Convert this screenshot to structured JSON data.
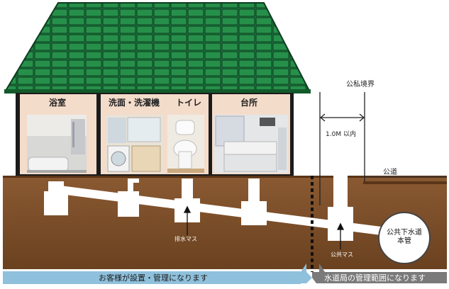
{
  "rooms": {
    "bath": "浴室",
    "wash": "洗面・洗濯機",
    "toilet": "トイレ",
    "kitchen": "台所"
  },
  "labels": {
    "boundary": "公私境界",
    "distance": "1.0M 以内",
    "public_road": "公道",
    "drain_box": "排水マス",
    "public_box": "公共マス",
    "main_pipe": "公共下水道\n本管"
  },
  "bars": {
    "customer": "お客様が設置・管理になります",
    "bureau": "水道局の管理範囲になります"
  },
  "colors": {
    "roof": "#1f7a3f",
    "roof_line": "#0f3f20",
    "wall": "#f3d8c6",
    "soil": "#7a4e2a",
    "pipe": "#ffffff",
    "bar_left": "#8fc0dc",
    "bar_right": "#777777"
  }
}
